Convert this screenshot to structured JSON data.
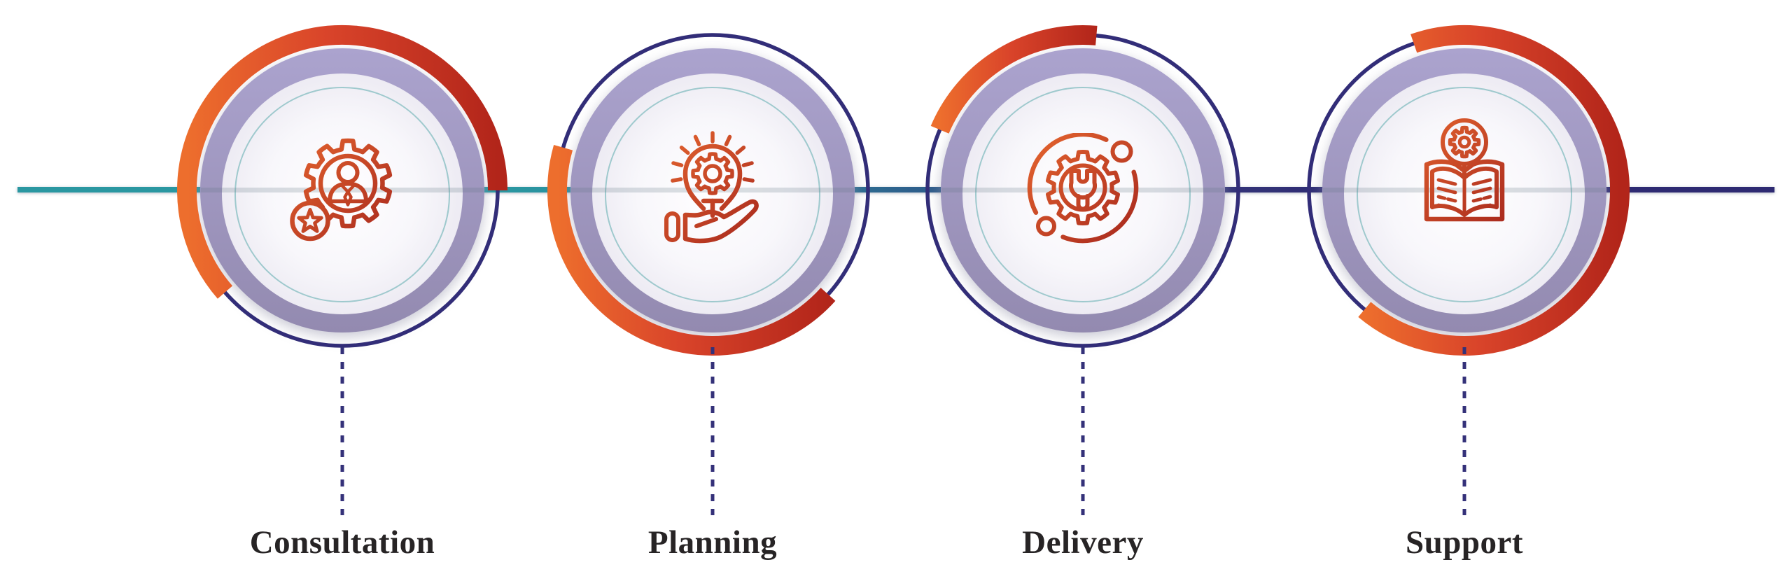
{
  "steps": [
    {
      "label": "Consultation",
      "icon": "gear-person-star-icon"
    },
    {
      "label": "Planning",
      "icon": "lightbulb-gear-hand-icon"
    },
    {
      "label": "Delivery",
      "icon": "wrench-gear-orbit-icon"
    },
    {
      "label": "Support",
      "icon": "book-gear-icon"
    }
  ],
  "colors": {
    "background": "#ffffff",
    "teal_line": "#2a97a1",
    "navy": "#2f2b72",
    "navy_arc": "#322d78",
    "orange_arc_start": "#ed6e2d",
    "orange_arc_end": "#b2251a",
    "lavender_ring": "#a79fc9",
    "inner_disc": "#f6f4f9",
    "teal_inner_circle": "#8fc2c6",
    "icon_gradient_start": "#e2622e",
    "icon_gradient_end": "#a92a1e",
    "label_text": "#272425"
  }
}
